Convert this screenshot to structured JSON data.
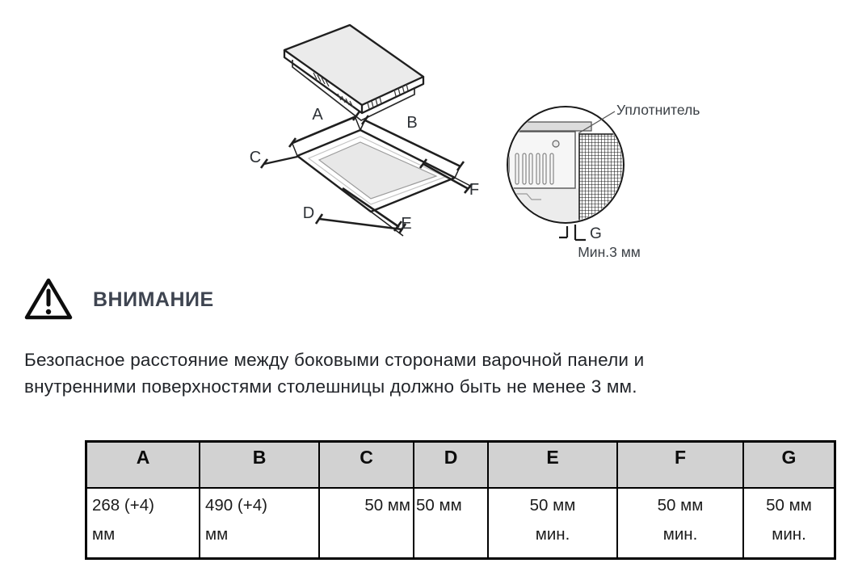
{
  "diagram": {
    "labels": {
      "a": "A",
      "b": "B",
      "c": "C",
      "d": "D",
      "e": "E",
      "f": "F"
    },
    "detail_view": {
      "seal_label": "Уплотнитель",
      "gap_dimension_label": "G",
      "min_gap_text": "Мин.3 мм"
    }
  },
  "warning": {
    "title": "ВНИМАНИЕ"
  },
  "paragraph": {
    "line1": "Безопасное расстояние между боковыми сторонами варочной панели и",
    "line2": "внутренними поверхностями столешницы должно быть не менее 3 мм."
  },
  "dimensions_table": {
    "columns": [
      {
        "header": "A",
        "value_line1": "268 (+4)",
        "value_line2": "мм"
      },
      {
        "header": "B",
        "value_line1": "490 (+4)",
        "value_line2": "мм"
      },
      {
        "header": "C",
        "value_line1": "50 мм",
        "value_line2": ""
      },
      {
        "header": "D",
        "value_line1": "50 мм",
        "value_line2": ""
      },
      {
        "header": "E",
        "value_line1": "50 мм",
        "value_line2": "мин."
      },
      {
        "header": "F",
        "value_line1": "50 мм",
        "value_line2": "мин."
      },
      {
        "header": "G",
        "value_line1": "50 мм",
        "value_line2": "мин."
      }
    ]
  },
  "colors": {
    "table_header_bg": "#d2d2d2",
    "warning_text": "#3e4450",
    "body_text": "#212429",
    "line": "#1f1f1f",
    "cutout_fill": "#e8e8e8"
  }
}
